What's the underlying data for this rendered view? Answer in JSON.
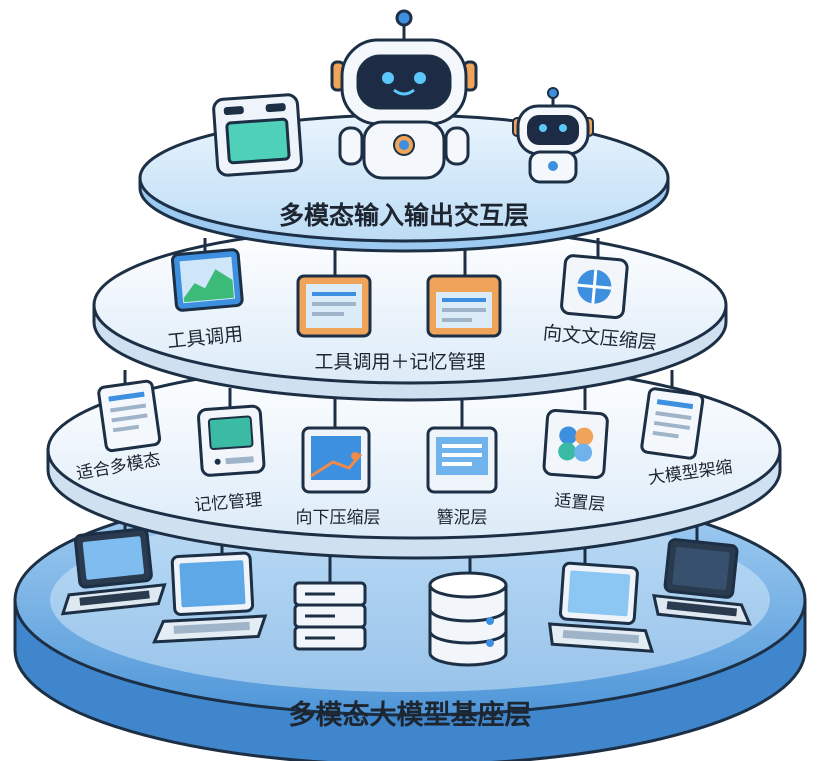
{
  "tiers": {
    "top": {
      "title": "多模态输入输出交互层"
    },
    "second": {
      "items": [
        "工具调用",
        "工具调用＋记忆管理",
        "向文文压缩层"
      ]
    },
    "third": {
      "items": [
        "适合多模态",
        "记忆管理",
        "向下压缩层",
        "簪泥层",
        "适置层",
        "大模型架缩"
      ]
    },
    "base": {
      "title": "多模态大模型基座层"
    }
  },
  "icons": {
    "top": [
      "terminal-device-icon",
      "robot-large-icon",
      "robot-small-icon"
    ],
    "second": [
      "line-chart-panel-icon",
      "document-panel-icon",
      "browser-window-icon",
      "grid-app-icon"
    ],
    "third": [
      "document-panel-icon",
      "monitor-device-icon",
      "image-frame-icon",
      "monitor-screen-icon",
      "colorful-app-icon",
      "document-panel-icon"
    ],
    "base": [
      "laptop-icon",
      "laptop-icon",
      "server-rack-icon",
      "database-icon",
      "laptop-icon",
      "laptop-icon"
    ]
  },
  "colors": {
    "disc_fill": "#e4f0fb",
    "disc_stroke": "#1c2f45",
    "accent_blue": "#3d8fe0",
    "accent_orange": "#f0a45a",
    "base_fill": "#6aaee6",
    "text": "#1d2530"
  }
}
